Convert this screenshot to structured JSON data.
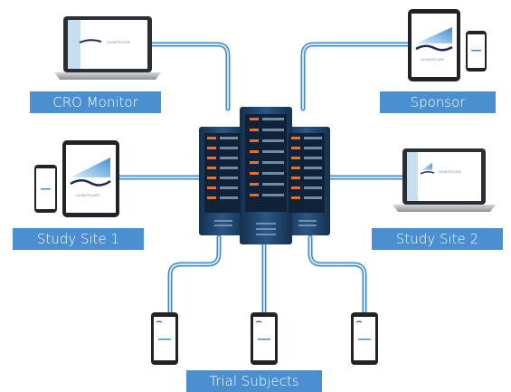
{
  "brand": "QUANTIFICARE",
  "nodes": {
    "cro_monitor": "CRO Monitor",
    "sponsor": "Sponsor",
    "study_site_1": "Study Site 1",
    "study_site_2": "Study Site 2",
    "trial_subjects": "Trial Subjects"
  },
  "colors": {
    "label_bg": "#4a8fd0",
    "cable_outer": "#3f89cc",
    "cable_inner": "#cfe6f7",
    "server_body": "#1e3f66",
    "server_led": "#e8712a"
  },
  "icons": [
    "laptop-icon",
    "tablet-icon",
    "phone-icon",
    "server-rack-icon"
  ]
}
